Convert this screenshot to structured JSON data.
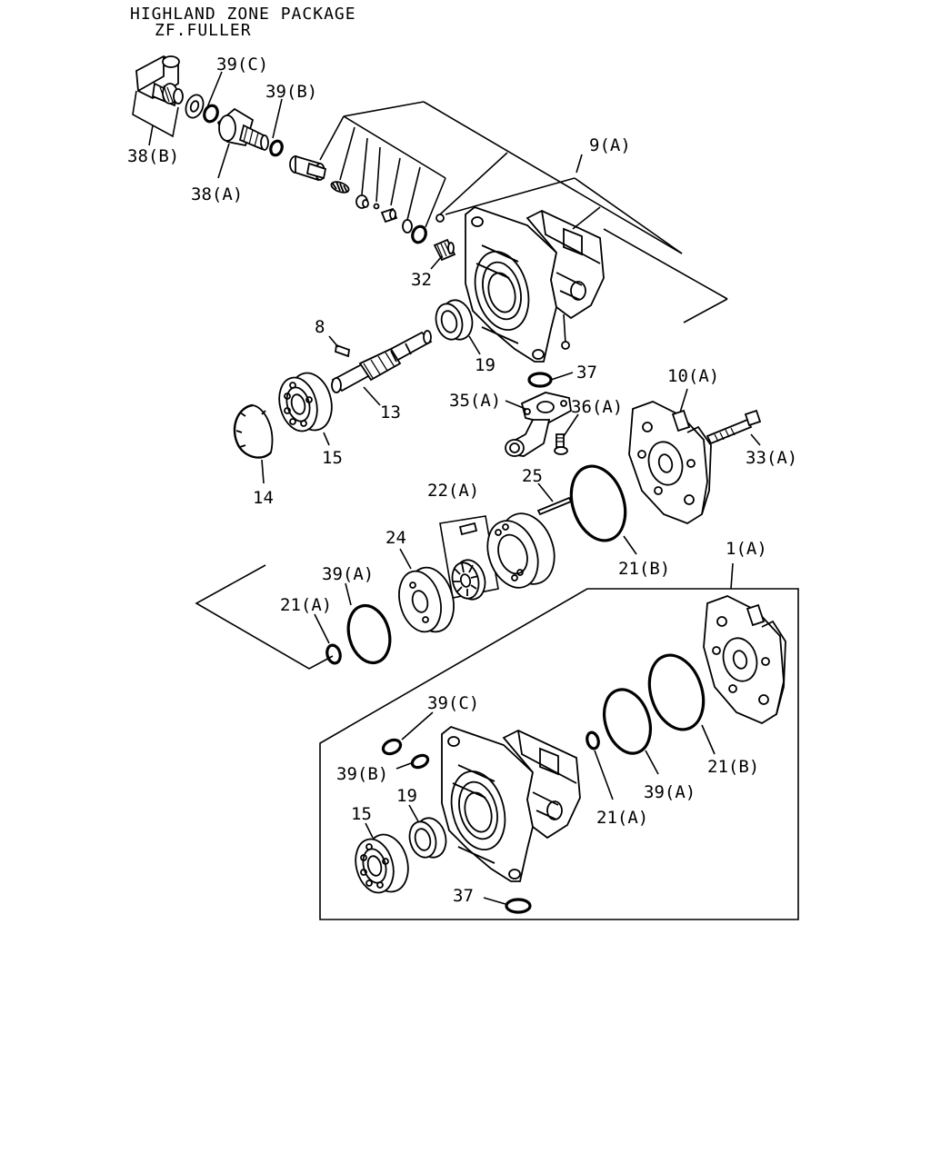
{
  "header": {
    "line1": "HIGHLAND ZONE PACKAGE",
    "line2": "ZF.FULLER"
  },
  "labels": {
    "p38b": "38(B)",
    "p38a": "38(A)",
    "p39c_top": "39(C)",
    "p39b_top": "39(B)",
    "p9a": "9(A)",
    "p32": "32",
    "p8": "8",
    "p19_top": "19",
    "p13": "13",
    "p15_top": "15",
    "p14": "14",
    "p37_top": "37",
    "p35a": "35(A)",
    "p36a": "36(A)",
    "p10a": "10(A)",
    "p33a": "33(A)",
    "p25": "25",
    "p22a": "22(A)",
    "p24": "24",
    "p39a_left": "39(A)",
    "p21a_left": "21(A)",
    "p21b_mid": "21(B)",
    "p1a": "1(A)",
    "p39c_kit": "39(C)",
    "p39b_kit": "39(B)",
    "p19_kit": "19",
    "p15_kit": "15",
    "p37_kit": "37",
    "p21a_kit": "21(A)",
    "p39a_kit": "39(A)",
    "p21b_kit": "21(B)"
  }
}
